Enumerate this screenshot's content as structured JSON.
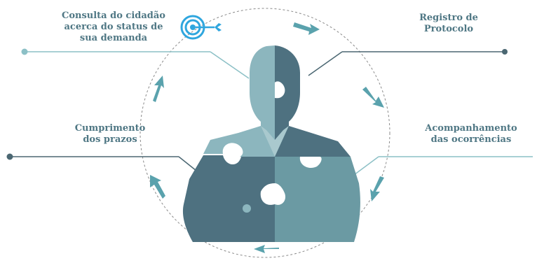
{
  "colors": {
    "dark_piece": "#4e7180",
    "light_piece": "#8cb6be",
    "mid_piece": "#6b9aa3",
    "pale_piece": "#a9c9ce",
    "arrow": "#5aa2ad",
    "text": "#4f7784",
    "line_light": "#8cc0c6",
    "line_dark": "#4b6772",
    "dot_light": "#8cc0c6",
    "dot_dark": "#4b6772",
    "circle": "#8a8a8a",
    "target_icon": "#2fa6de"
  },
  "icons": {
    "target": "target-icon",
    "arrows": "cycle-arrow-icon"
  },
  "labels": {
    "consulta": [
      "Consulta do cidadão",
      "acerca do status de",
      "sua demanda"
    ],
    "registro": [
      "Registro de",
      "Protocolo"
    ],
    "cumprimento": [
      "Cumprimento",
      "dos prazos"
    ],
    "acompanhamento": [
      "Acompanhamento",
      "das ocorrências"
    ]
  }
}
